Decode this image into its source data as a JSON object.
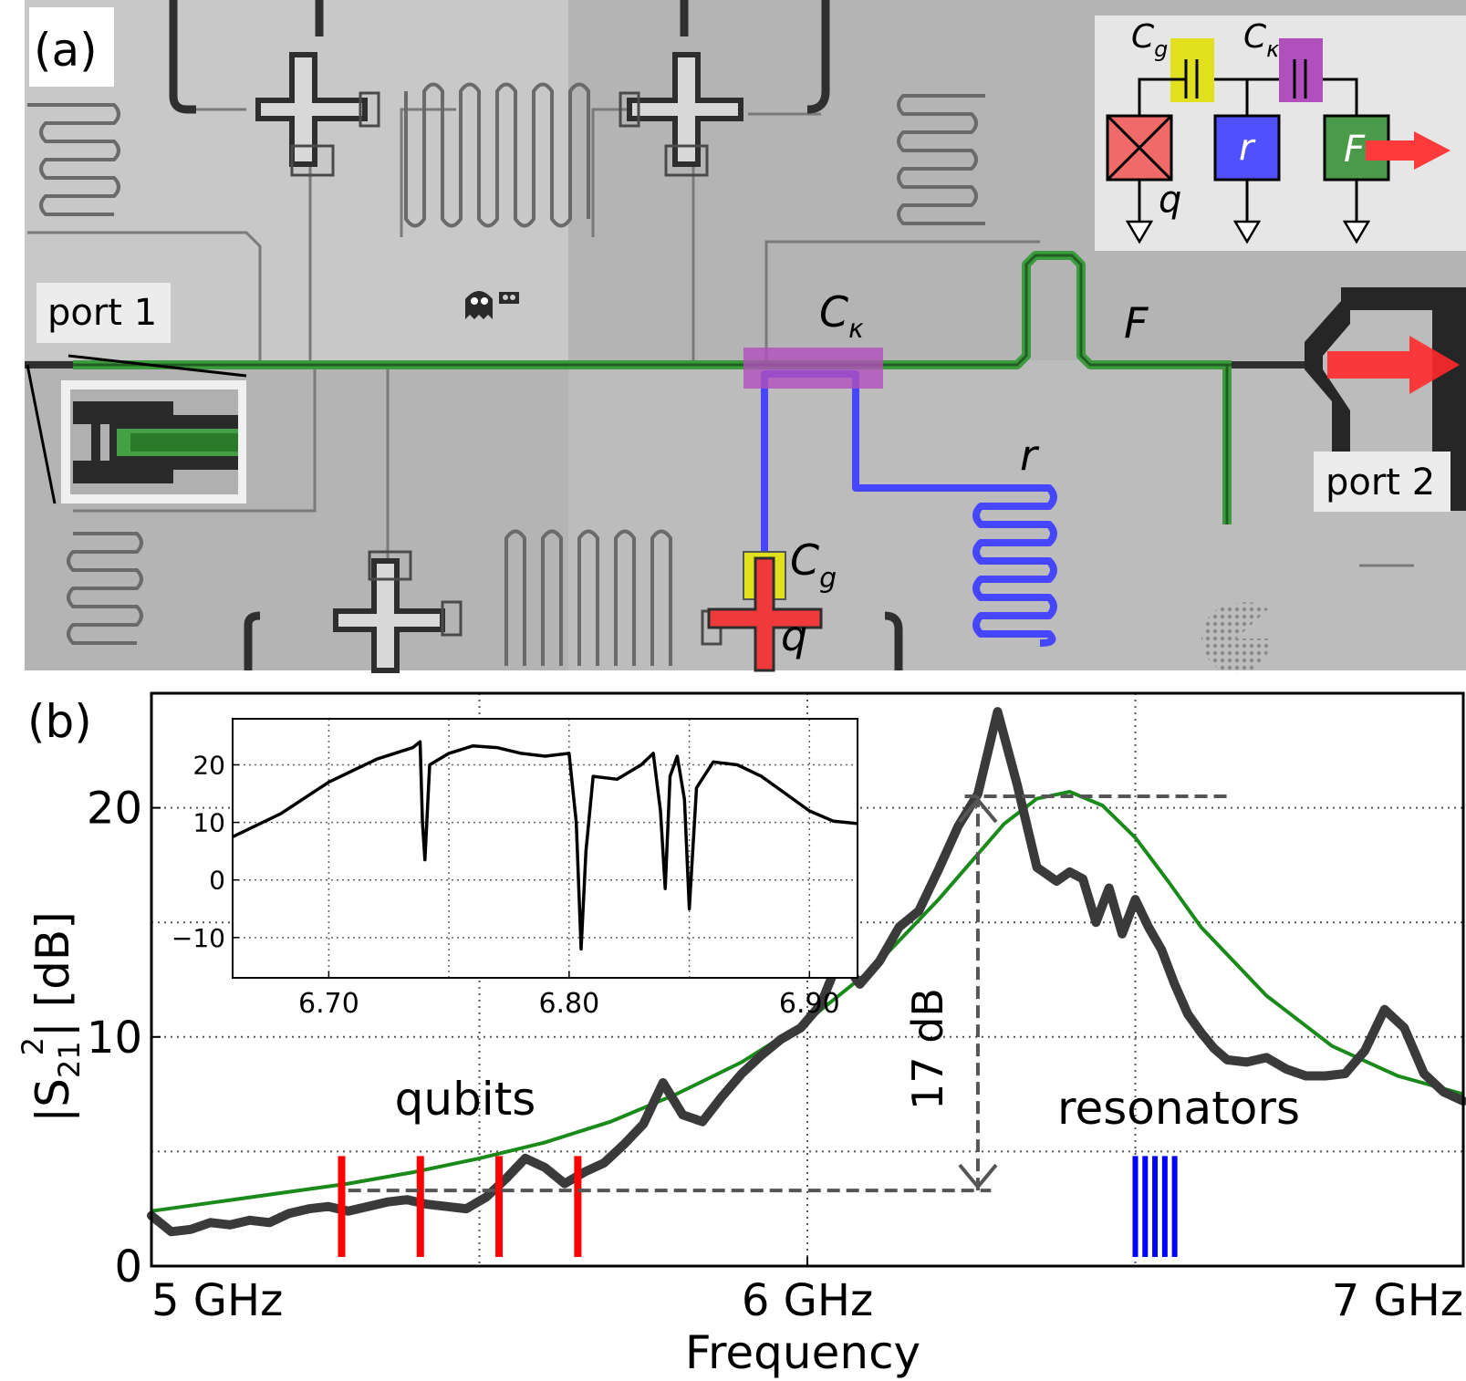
{
  "panel_a": {
    "label": "(a)",
    "port1_label": "port 1",
    "port2_label": "port 2",
    "ck_label": "C",
    "ck_sub": "κ",
    "cg_label": "C",
    "cg_sub": "g",
    "filter_label": "F",
    "resonator_label": "r",
    "qubit_label": "q",
    "inset_circuit": {
      "cg_label": "C",
      "cg_sub": "g",
      "ck_label": "C",
      "ck_sub": "κ",
      "qubit_label": "q",
      "resonator_label": "r",
      "filter_label": "F"
    },
    "colors": {
      "filter": "#3a9a3a",
      "resonator": "#4a4aff",
      "qubit": "#ee4444",
      "cg": "#e6e62a",
      "ck": "#b355b8",
      "arrow": "#ff3030"
    }
  },
  "panel_b": {
    "label": "(b)",
    "qubits_label": "qubits",
    "resonators_label": "resonators",
    "arrow_label": "17 dB",
    "xlabel": "Frequency",
    "ylabel_main": "|S",
    "ylabel_sub": "21",
    "ylabel_sup": "2",
    "ylabel_tail": "| [dB]",
    "colors": {
      "measured": "#3a3a3a",
      "fit": "#1a8a1a",
      "qubit_marker": "#ff0000",
      "resonator_marker": "#0000ff"
    }
  },
  "chart_data": [
    {
      "type": "line",
      "xlim": [
        5.0,
        7.0
      ],
      "ylim": [
        0,
        25
      ],
      "x_ticks": [
        {
          "value": 5.0,
          "label": "5 GHz"
        },
        {
          "value": 6.0,
          "label": "6 GHz"
        },
        {
          "value": 7.0,
          "label": "7 GHz"
        }
      ],
      "y_ticks": [
        {
          "value": 0,
          "label": "0"
        },
        {
          "value": 10,
          "label": "10"
        },
        {
          "value": 20,
          "label": "20"
        }
      ],
      "grid": true,
      "series": [
        {
          "x": [
            5.0,
            5.03,
            5.06,
            5.09,
            5.12,
            5.15,
            5.18,
            5.21,
            5.24,
            5.27,
            5.3,
            5.33,
            5.36,
            5.39,
            5.42,
            5.45,
            5.48,
            5.51,
            5.54,
            5.57,
            5.6,
            5.63,
            5.66,
            5.69,
            5.72,
            5.75,
            5.78,
            5.81,
            5.84,
            5.87,
            5.9,
            5.93,
            5.96,
            5.99,
            6.02,
            6.05,
            6.08,
            6.11,
            6.14,
            6.17,
            6.2,
            6.23,
            6.26,
            6.29,
            6.32,
            6.35,
            6.38,
            6.4,
            6.42,
            6.44,
            6.46,
            6.48,
            6.5,
            6.52,
            6.54,
            6.56,
            6.58,
            6.6,
            6.62,
            6.64,
            6.67,
            6.7,
            6.73,
            6.76,
            6.79,
            6.82,
            6.85,
            6.88,
            6.91,
            6.94,
            6.97,
            7.0
          ],
          "y": [
            2.2,
            1.5,
            1.6,
            1.9,
            1.8,
            2.0,
            1.9,
            2.3,
            2.5,
            2.6,
            2.4,
            2.6,
            2.8,
            2.9,
            2.7,
            2.6,
            2.5,
            3.0,
            3.8,
            4.7,
            4.3,
            3.6,
            4.1,
            4.5,
            5.3,
            6.2,
            8.0,
            6.6,
            6.3,
            7.4,
            8.4,
            9.2,
            9.9,
            10.4,
            11.4,
            13.5,
            12.3,
            13.3,
            14.8,
            15.5,
            17.3,
            19.2,
            20.6,
            24.2,
            21.0,
            17.4,
            16.8,
            17.2,
            16.9,
            15.0,
            16.5,
            14.5,
            16.0,
            14.8,
            13.8,
            12.3,
            11.0,
            10.2,
            9.5,
            9.0,
            8.9,
            9.1,
            8.6,
            8.3,
            8.3,
            8.4,
            9.4,
            11.2,
            10.4,
            8.4,
            7.6,
            7.2
          ]
        },
        {
          "x": [
            5.0,
            5.1,
            5.2,
            5.3,
            5.4,
            5.5,
            5.6,
            5.7,
            5.8,
            5.9,
            6.0,
            6.1,
            6.2,
            6.3,
            6.35,
            6.4,
            6.45,
            6.5,
            6.55,
            6.6,
            6.7,
            6.8,
            6.9,
            7.0
          ],
          "y": [
            2.4,
            2.8,
            3.2,
            3.6,
            4.1,
            4.7,
            5.4,
            6.3,
            7.5,
            8.9,
            10.7,
            13.0,
            16.0,
            19.3,
            20.4,
            20.7,
            20.1,
            18.7,
            16.8,
            14.8,
            11.8,
            9.6,
            8.3,
            7.5
          ]
        }
      ],
      "markers": {
        "qubits": [
          5.29,
          5.41,
          5.53,
          5.65
        ],
        "resonators": [
          6.5,
          6.515,
          6.53,
          6.545,
          6.56
        ]
      },
      "annotation": {
        "label": "17 dB",
        "y_low": 3.3,
        "y_high": 20.5
      }
    },
    {
      "type": "line",
      "xlim": [
        6.66,
        6.92
      ],
      "ylim": [
        -17,
        28
      ],
      "x_ticks": [
        {
          "value": 6.7,
          "label": "6.70"
        },
        {
          "value": 6.8,
          "label": "6.80"
        },
        {
          "value": 6.9,
          "label": "6.90"
        }
      ],
      "y_ticks": [
        {
          "value": 20,
          "label": "20"
        },
        {
          "value": 10,
          "label": "10"
        },
        {
          "value": 0,
          "label": "0"
        },
        {
          "value": -10,
          "label": "−10"
        }
      ],
      "grid": true,
      "series": [
        {
          "x": [
            6.66,
            6.68,
            6.7,
            6.72,
            6.735,
            6.738,
            6.739,
            6.74,
            6.742,
            6.75,
            6.76,
            6.77,
            6.78,
            6.79,
            6.8,
            6.803,
            6.805,
            6.807,
            6.81,
            6.82,
            6.83,
            6.835,
            6.838,
            6.84,
            6.842,
            6.845,
            6.848,
            6.85,
            6.853,
            6.86,
            6.87,
            6.88,
            6.89,
            6.9,
            6.91,
            6.92
          ],
          "y": [
            7.5,
            11.5,
            17.0,
            21.0,
            23.0,
            24.0,
            10.0,
            3.5,
            20.0,
            22.0,
            23.3,
            23.0,
            22.0,
            21.5,
            22.0,
            10.0,
            -12.0,
            5.0,
            18.0,
            17.5,
            20.0,
            22.0,
            12.0,
            -1.5,
            18.0,
            21.5,
            14.0,
            -5.0,
            16.0,
            20.5,
            20.0,
            18.0,
            15.0,
            12.0,
            10.2,
            9.8
          ]
        }
      ]
    }
  ]
}
